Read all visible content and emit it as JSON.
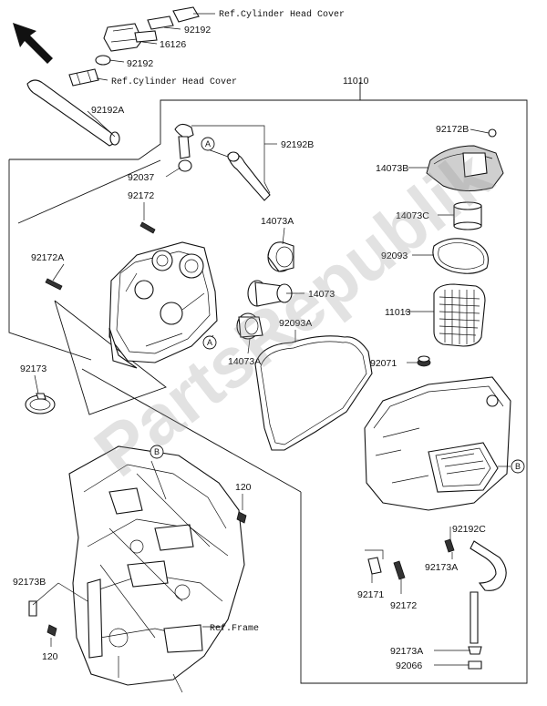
{
  "watermark": "PartsRepublik",
  "labels": {
    "ref_head_cover_top": "Ref.Cylinder Head Cover",
    "ref_head_cover_mid": "Ref.Cylinder Head Cover",
    "ref_frame": "Ref.Frame",
    "p92192_top": "92192",
    "p16126": "16126",
    "p92192_mid": "92192",
    "p92192A": "92192A",
    "p11010": "11010",
    "p92172B": "92172B",
    "p14073B": "14073B",
    "p92192B": "92192B",
    "p92037": "92037",
    "p92172_left": "92172",
    "p14073A_top": "14073A",
    "p14073C": "14073C",
    "p92093": "92093",
    "p92172A": "92172A",
    "p14073": "14073",
    "p11013": "11013",
    "p92093A": "92093A",
    "p14073A_bottom": "14073A",
    "p92173": "92173",
    "p92071": "92071",
    "p120_top": "120",
    "p92192C": "92192C",
    "p92173A_mid": "92173A",
    "p92171": "92171",
    "p92172_bottom": "92172",
    "p92173B": "92173B",
    "p120_bottom": "120",
    "p92173A_bottom": "92173A",
    "p92066": "92066",
    "callout_A1": "A",
    "callout_A2": "A",
    "callout_B1": "B",
    "callout_B2": "B"
  }
}
